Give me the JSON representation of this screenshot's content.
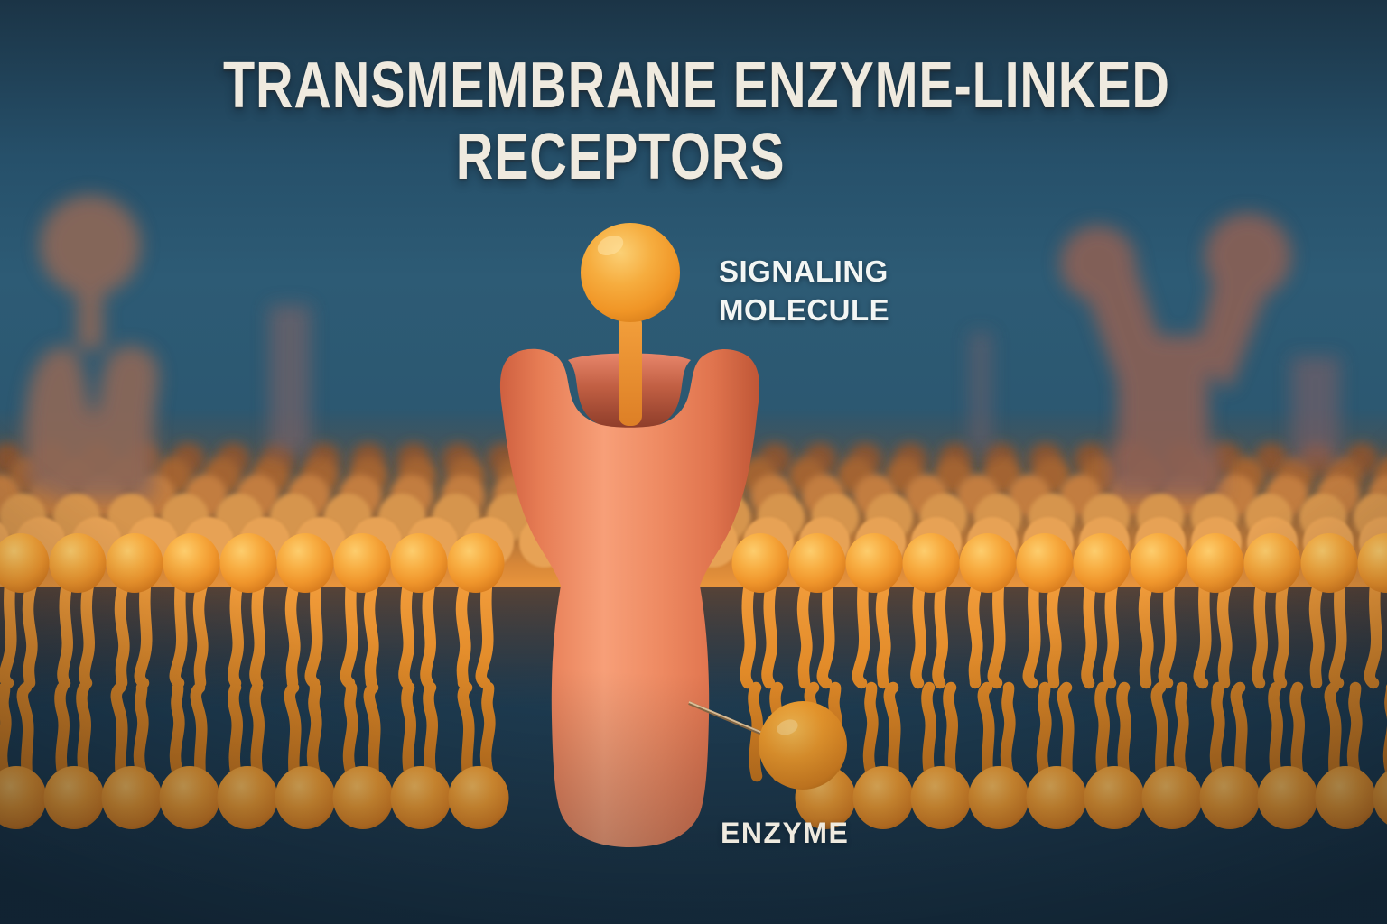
{
  "figure": {
    "title_line1": "TRANSMEMBRANE ENZYME-LINKED",
    "title_line2": "RECEPTORS",
    "labels": {
      "signaling_line1": "SIGNALING",
      "signaling_line2": "MOLECULE",
      "enzyme": "ENZYME"
    }
  },
  "colors": {
    "bg_top": "#1b3446",
    "bg_teal": "#2d5b75",
    "bg_bottom": "#1b3649",
    "head_highlight": "#fdcd6d",
    "head_main": "#f0962c",
    "head_shadow": "#b56414",
    "tail_light": "#f29d3c",
    "tail_dark": "#c9761c",
    "receptor_light": "#f79f78",
    "receptor_main": "#ee8a62",
    "receptor_dark": "#bf5636",
    "cavity_shadow": "#8e3d2a",
    "ligand_highlight": "#fbd075",
    "ligand_main": "#f09526",
    "ligand_dark": "#cc7315",
    "needle_tan": "#e3c79e",
    "silhouette_mauve": "#8d6759",
    "text_cream": "#efeadf",
    "text_white": "#f3f6f4"
  }
}
